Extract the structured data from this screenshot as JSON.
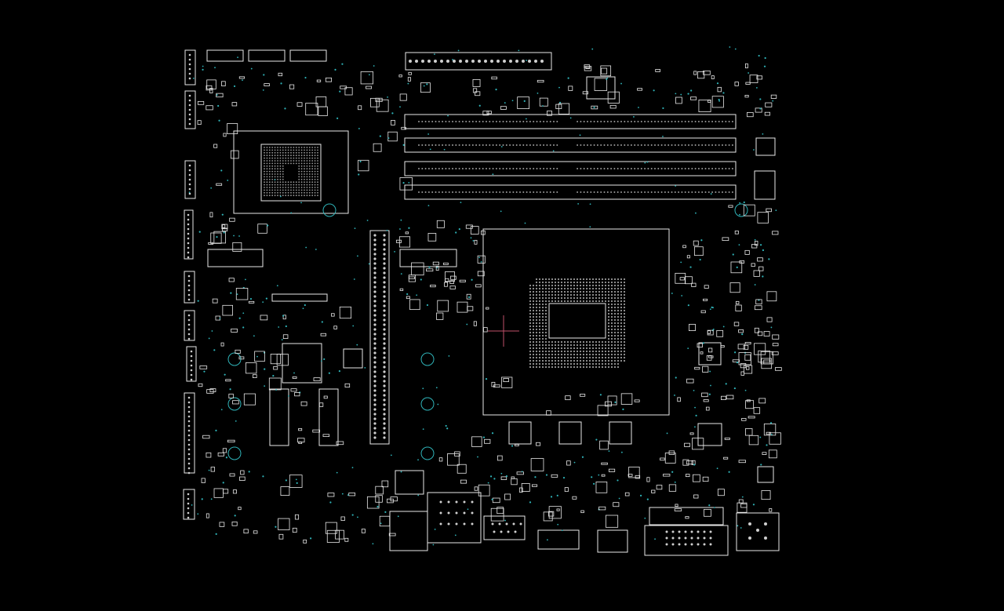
{
  "viewer": {
    "background": "#000000",
    "outline_color": "#e8e8e8",
    "dim_color": "#9a9a9a",
    "via_color": "#2fb3b8",
    "cursor_color": "#c0506a"
  },
  "board": {
    "type": "motherboard-pcb-layout",
    "text_labels": []
  },
  "components": {
    "cpu_socket": "lga-socket",
    "chipset": "bga-package",
    "memory_slots": 4,
    "expansion_header": "long-pin-header",
    "io_ports": [
      "usb-stack",
      "lan-usb-stack",
      "vga-port",
      "dvi-port",
      "audio-jack-stack"
    ]
  }
}
